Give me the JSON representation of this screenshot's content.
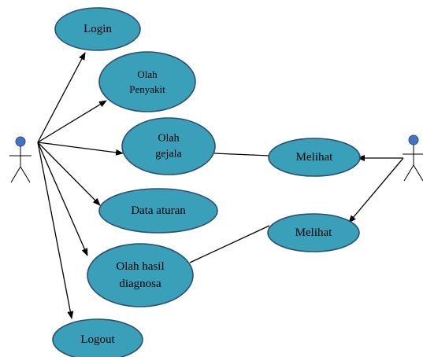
{
  "diagram": {
    "actors": [
      {
        "id": "admin",
        "label": ""
      },
      {
        "id": "user",
        "label": ""
      }
    ],
    "use_cases": [
      {
        "id": "login",
        "lines": [
          "Login"
        ]
      },
      {
        "id": "olah-penyakit",
        "lines": [
          "Olah",
          "Penyakit"
        ]
      },
      {
        "id": "olah-gejala",
        "lines": [
          "Olah",
          "gejala"
        ]
      },
      {
        "id": "data-aturan",
        "lines": [
          "Data aturan"
        ]
      },
      {
        "id": "olah-hasil-diagnosa",
        "lines": [
          "Olah hasil",
          "diagnosa"
        ]
      },
      {
        "id": "logout",
        "lines": [
          "Logout"
        ]
      },
      {
        "id": "melihat-gejala",
        "lines": [
          "Melihat"
        ]
      },
      {
        "id": "melihat-diagnosa",
        "lines": [
          "Melihat"
        ]
      }
    ],
    "relations": [
      {
        "from": "admin",
        "to": "login",
        "arrow": true
      },
      {
        "from": "admin",
        "to": "olah-penyakit",
        "arrow": true
      },
      {
        "from": "admin",
        "to": "olah-gejala",
        "arrow": true
      },
      {
        "from": "admin",
        "to": "data-aturan",
        "arrow": true
      },
      {
        "from": "admin",
        "to": "olah-hasil-diagnosa",
        "arrow": true
      },
      {
        "from": "admin",
        "to": "logout",
        "arrow": true
      },
      {
        "from": "user",
        "to": "melihat-gejala",
        "arrow": true
      },
      {
        "from": "user",
        "to": "melihat-diagnosa",
        "arrow": true
      },
      {
        "from": "olah-gejala",
        "to": "melihat-gejala",
        "arrow": false
      },
      {
        "from": "olah-hasil-diagnosa",
        "to": "melihat-diagnosa",
        "arrow": false
      }
    ],
    "colors": {
      "ellipse_fill": "#3A9FB8",
      "ellipse_stroke": "#2C4F73",
      "actor_head": "#4472C4",
      "line": "#000000"
    }
  }
}
